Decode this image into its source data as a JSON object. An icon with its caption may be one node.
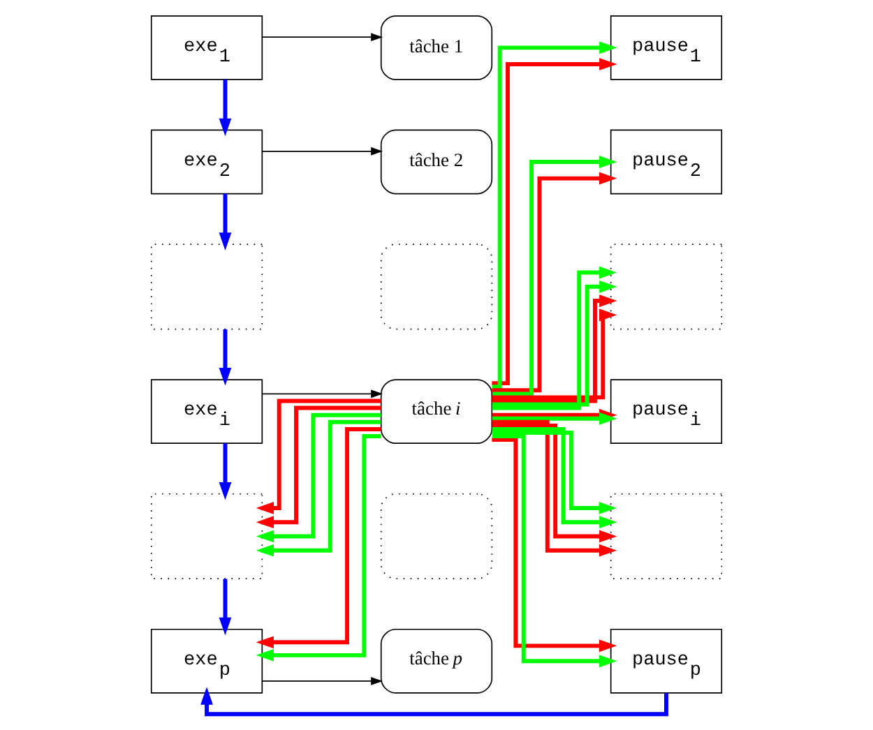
{
  "diagram": {
    "nodes": [
      {
        "text": [
          "exe$_{1}$"
        ]
      },
      {
        "text": [
          "tâche 1"
        ]
      },
      {
        "text": [
          "pause$_{1}$"
        ]
      },
      {
        "text": [
          "exe$_{2}$"
        ]
      },
      {
        "text": [
          "tâche 2"
        ]
      },
      {
        "text": [
          "pause$_{2}$"
        ]
      },
      {
        "text": [],
        "shape": "box"
      },
      {
        "text": [],
        "shape": "box"
      },
      {
        "text": [],
        "shape": "box"
      },
      {
        "text": [
          "exe$_{i}$"
        ]
      },
      {
        "text": [
          "tâche *i*"
        ]
      },
      {
        "text": [
          "pause$_{i}$"
        ]
      },
      {
        "text": [],
        "shape": "box"
      },
      {
        "text": [],
        "shape": "box"
      },
      {
        "text": [],
        "shape": "box"
      },
      {
        "text": [
          "exe$_{p}$"
        ]
      },
      {
        "text": [
          "tâche *p*"
        ]
      },
      {
        "text": [
          "pause$_{p}$"
        ]
      }
    ],
    "edges": [
      {
        "from": 0,
        "to": 1,
        "arrow": "to",
        "color": "#000000"
      },
      {
        "from": 3,
        "to": 4,
        "arrow": "to",
        "color": "#000000"
      },
      {
        "from": 9,
        "to": 10,
        "arrow": "to",
        "color": "#000000"
      },
      {
        "from": 15,
        "to": 16,
        "arrow": "to",
        "color": "#000000"
      },
      {
        "from": 0,
        "to": 3,
        "arrow": "to",
        "color": "#0000ff"
      },
      {
        "from": 3,
        "to": 6,
        "arrow": "to",
        "color": "#0000ff"
      },
      {
        "from": 6,
        "to": 9,
        "arrow": "to",
        "color": "#0000ff"
      },
      {
        "from": 9,
        "to": 12,
        "arrow": "to",
        "color": "#0000ff"
      },
      {
        "from": 12,
        "to": 15,
        "arrow": "to",
        "color": "#0000ff"
      },
      {
        "from": 17,
        "to": 15,
        "arrow": "to",
        "color": "#0000ff"
      },
      {
        "from": 10,
        "to": 12,
        "arrow": "to",
        "color": "#ff0000"
      },
      {
        "from": 10,
        "to": 12,
        "arrow": "to",
        "color": "#ff0000"
      },
      {
        "from": 10,
        "to": 15,
        "arrow": "to",
        "color": "#ff0000"
      },
      {
        "from": 10,
        "to": 2,
        "arrow": "to",
        "color": "#ff0000"
      },
      {
        "from": 10,
        "to": 5,
        "arrow": "to",
        "color": "#ff0000"
      },
      {
        "from": 10,
        "to": 8,
        "arrow": "to",
        "color": "#ff0000"
      },
      {
        "from": 10,
        "to": 8,
        "arrow": "to",
        "color": "#ff0000"
      },
      {
        "from": 10,
        "to": 11,
        "arrow": "to",
        "color": "#ff0000"
      },
      {
        "from": 10,
        "to": 14,
        "arrow": "to",
        "color": "#ff0000"
      },
      {
        "from": 10,
        "to": 14,
        "arrow": "to",
        "color": "#ff0000"
      },
      {
        "from": 10,
        "to": 17,
        "arrow": "to",
        "color": "#ff0000"
      },
      {
        "from": 10,
        "to": 12,
        "arrow": "to",
        "color": "#00ff00"
      },
      {
        "from": 10,
        "to": 12,
        "arrow": "to",
        "color": "#00ff00"
      },
      {
        "from": 10,
        "to": 15,
        "arrow": "to",
        "color": "#00ff00"
      },
      {
        "from": 10,
        "to": 2,
        "arrow": "to",
        "color": "#00ff00"
      },
      {
        "from": 10,
        "to": 5,
        "arrow": "to",
        "color": "#00ff00"
      },
      {
        "from": 10,
        "to": 8,
        "arrow": "to",
        "color": "#00ff00"
      },
      {
        "from": 10,
        "to": 8,
        "arrow": "to",
        "color": "#00ff00"
      },
      {
        "from": 10,
        "to": 11,
        "arrow": "to",
        "color": "#00ff00"
      },
      {
        "from": 10,
        "to": 14,
        "arrow": "to",
        "color": "#00ff00"
      },
      {
        "from": 10,
        "to": 14,
        "arrow": "to",
        "color": "#00ff00"
      },
      {
        "from": 10,
        "to": 17,
        "arrow": "to",
        "color": "#00ff00"
      }
    ]
  }
}
